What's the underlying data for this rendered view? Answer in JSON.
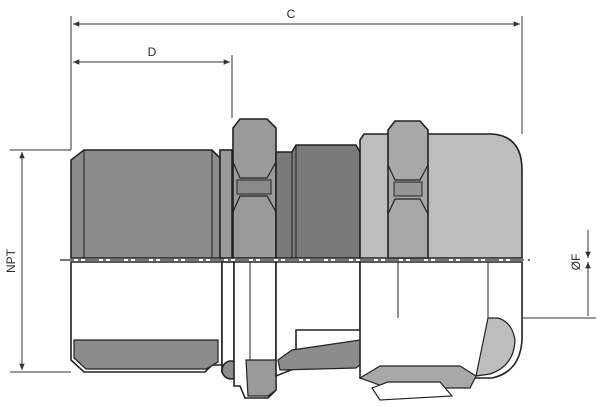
{
  "dimensions": {
    "overall_length": "C",
    "thread_length": "D",
    "thread_size": "NPT",
    "cable_diameter": "ØF"
  },
  "colors": {
    "thread": "#8c8c8c",
    "hex_nut": "#9a9a9a",
    "body": "#7a7a7a",
    "dome": "#bdbdbd",
    "section_fill": "#ffffff",
    "seal": "#6e6e6e",
    "outline": "#222222",
    "dim_line": "#333333"
  }
}
